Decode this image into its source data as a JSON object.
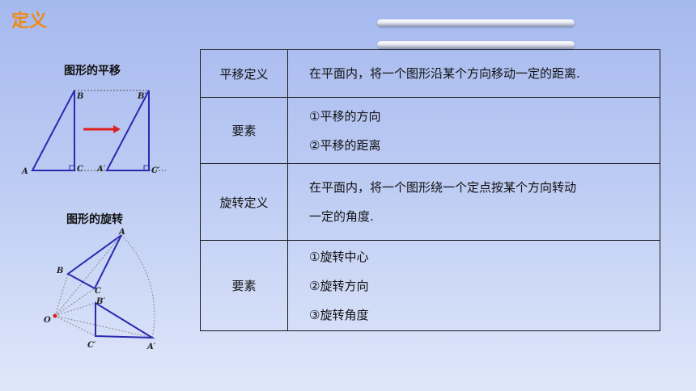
{
  "page": {
    "title": "定义"
  },
  "captions": {
    "translation": "图形的平移",
    "rotation": "图形的旋转"
  },
  "translation_figure": {
    "labels": {
      "A": "A",
      "B": "B",
      "C": "C",
      "A_prime": "A′",
      "B_prime": "B′",
      "C_prime": "C′"
    }
  },
  "rotation_figure": {
    "labels": {
      "A": "A",
      "B": "B",
      "C": "C",
      "O": "O",
      "A_prime": "A′",
      "B_prime": "B′",
      "C_prime": "C′"
    }
  },
  "table": {
    "rows": [
      {
        "label": "平移定义",
        "lines": [
          "在平面内，将一个图形沿某个方向移动一定的距离."
        ]
      },
      {
        "label": "要素",
        "lines": [
          "①平移的方向",
          "②平移的距离"
        ]
      },
      {
        "label": "旋转定义",
        "lines": [
          "在平面内，将一个图形绕一个定点按某个方向转动",
          "一定的角度."
        ]
      },
      {
        "label": "要素",
        "lines": [
          "①旋转中心",
          "②旋转方向",
          "③旋转角度"
        ]
      }
    ]
  },
  "colors": {
    "title": "#f08a14",
    "figure_line": "#2a2ab0",
    "arrow": "#e0201c",
    "center_point": "#d42020"
  }
}
